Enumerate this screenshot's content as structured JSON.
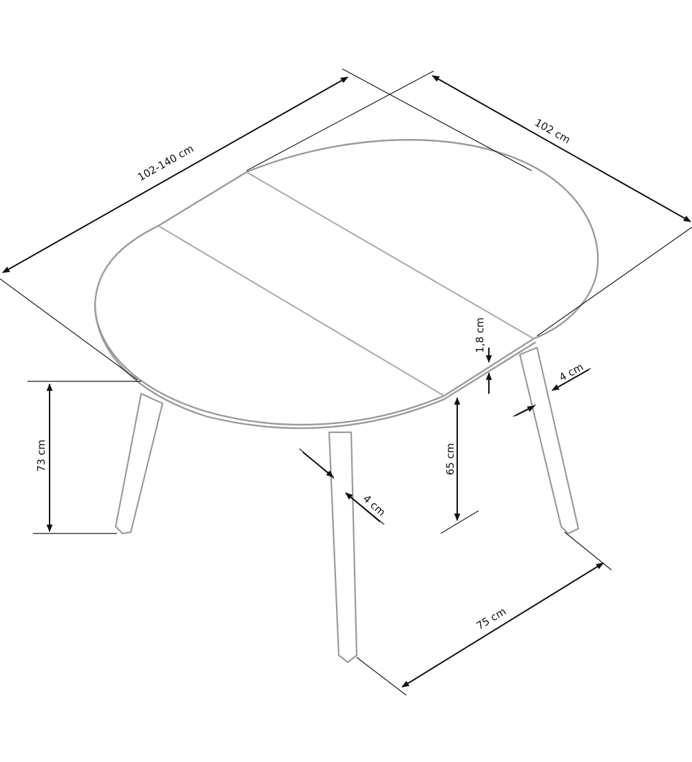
{
  "colors": {
    "outline": "#9a9a9a",
    "dimension": "#111111",
    "background": "#ffffff"
  },
  "dimensions": {
    "length": "102-140 cm",
    "width": "102 cm",
    "height": "73 cm",
    "leg_clearance": "65 cm",
    "top_thickness": "1,8 cm",
    "leg_width_right": "4 cm",
    "leg_width_front": "4 cm",
    "leg_span": "75 cm"
  }
}
